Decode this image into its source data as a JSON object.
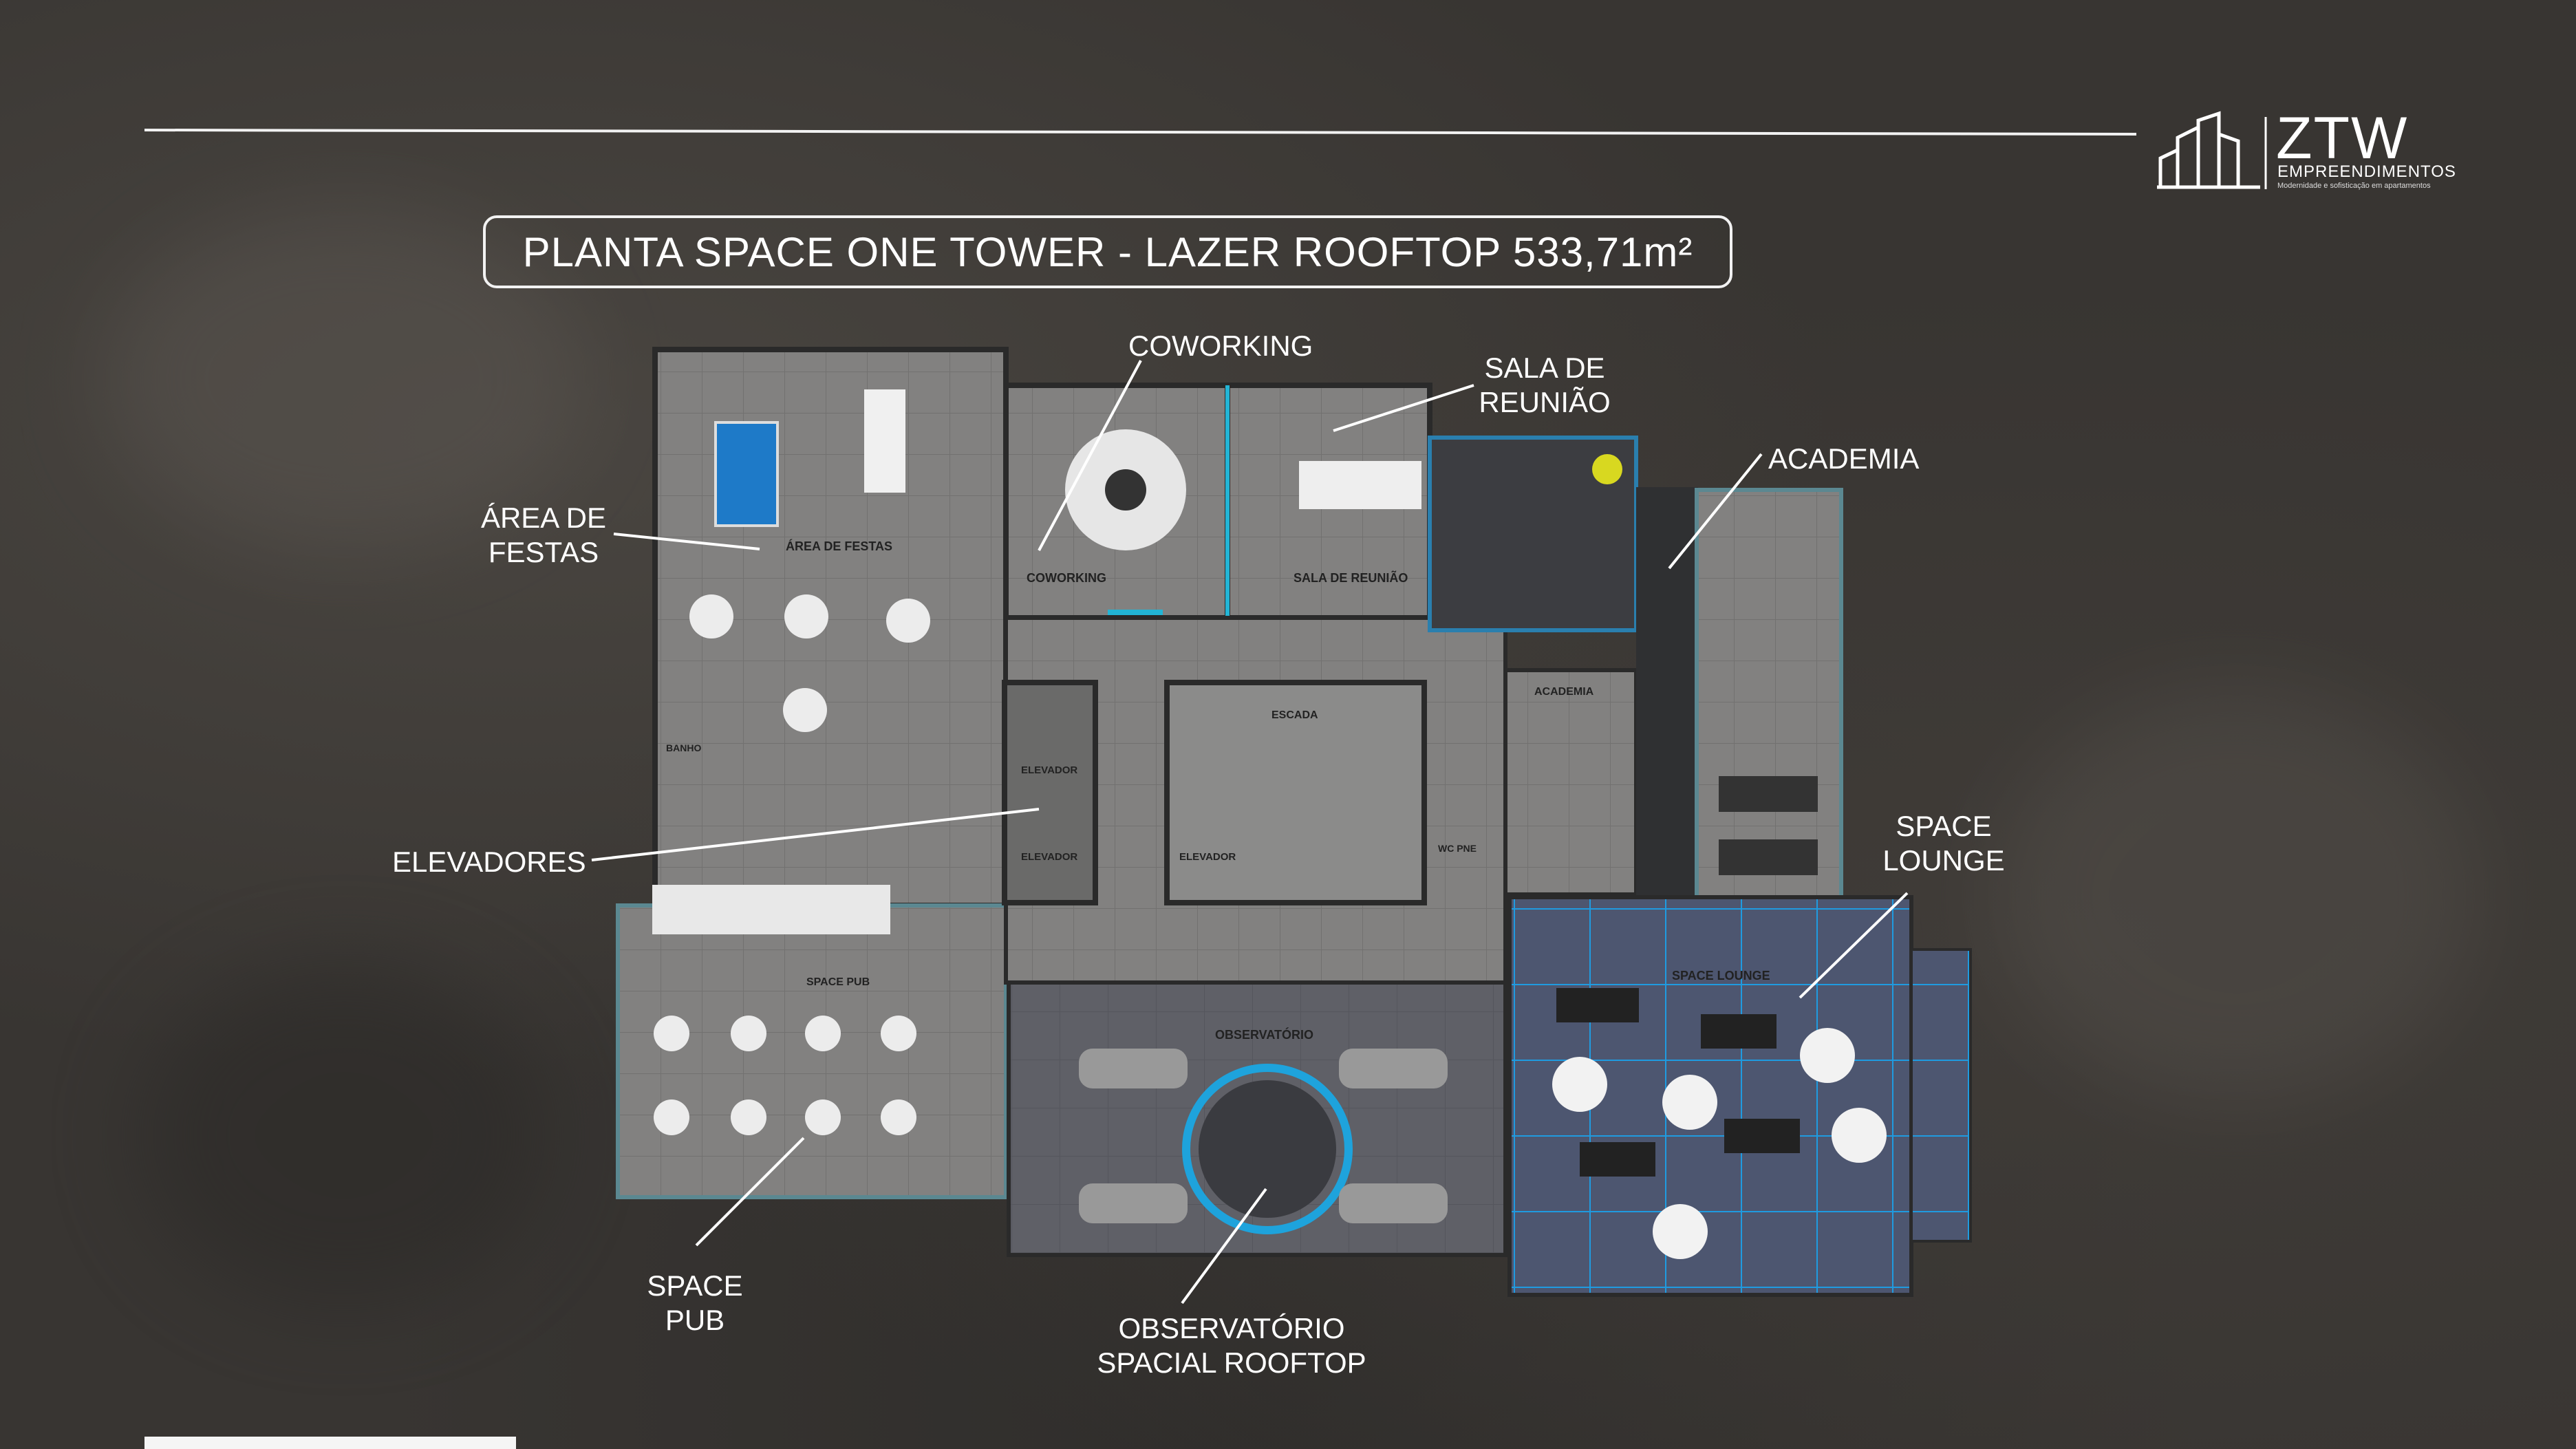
{
  "title": "PLANTA SPACE ONE TOWER - LAZER ROOFTOP 533,71m²",
  "logo": {
    "name": "ZTW",
    "subtitle": "EMPREENDIMENTOS",
    "tagline": "Modernidade e sofisticação em apartamentos"
  },
  "labels": {
    "coworking": "COWORKING",
    "sala_reuniao": "SALA DE\nREUNIÃO",
    "academia": "ACADEMIA",
    "area_festas": "ÁREA DE\nFESTAS",
    "elevadores": "ELEVADORES",
    "space_lounge": "SPACE\nLOUNGE",
    "space_pub": "SPACE\nPUB",
    "observatorio": "OBSERVATÓRIO\nSPACIAL ROOFTOP"
  },
  "room_labels": {
    "coworking": "COWORKING",
    "sala_reuniao": "SALA DE REUNIÃO",
    "area_festas": "ÁREA DE FESTAS",
    "space_lounge": "SPACE LOUNGE",
    "space_pub": "SPACE PUB",
    "observatorio": "OBSERVATÓRIO",
    "escada": "ESCADA",
    "elevador_1": "ELEVADOR",
    "elevador_2": "ELEVADOR",
    "elevador_3": "ELEVADOR",
    "academia": "ACADEMIA",
    "banho": "BANHO",
    "wc": "WC PNE"
  },
  "colors": {
    "accent": "#1ea3dc",
    "floor": "#7e7d7b",
    "wall": "#303030"
  }
}
